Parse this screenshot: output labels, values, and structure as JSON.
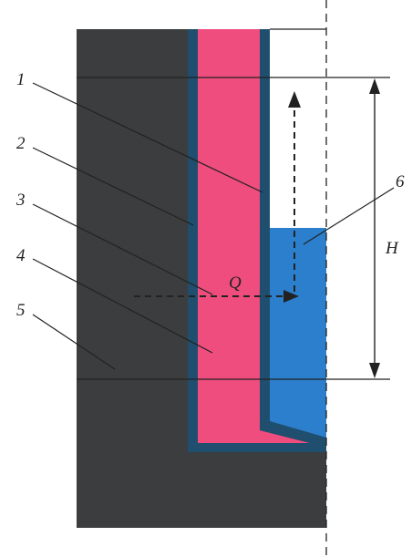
{
  "labels": {
    "item_1": "1",
    "item_2": "2",
    "item_3": "3",
    "item_4": "4",
    "item_5": "5",
    "item_6": "6",
    "flow": "Q",
    "height": "H"
  },
  "colors": {
    "body": "#3c3d3f",
    "lining_core": "#ee4d7e",
    "lining_edge": "#1f4e6e",
    "fluid": "#2b7fcc",
    "line": "#222222"
  }
}
